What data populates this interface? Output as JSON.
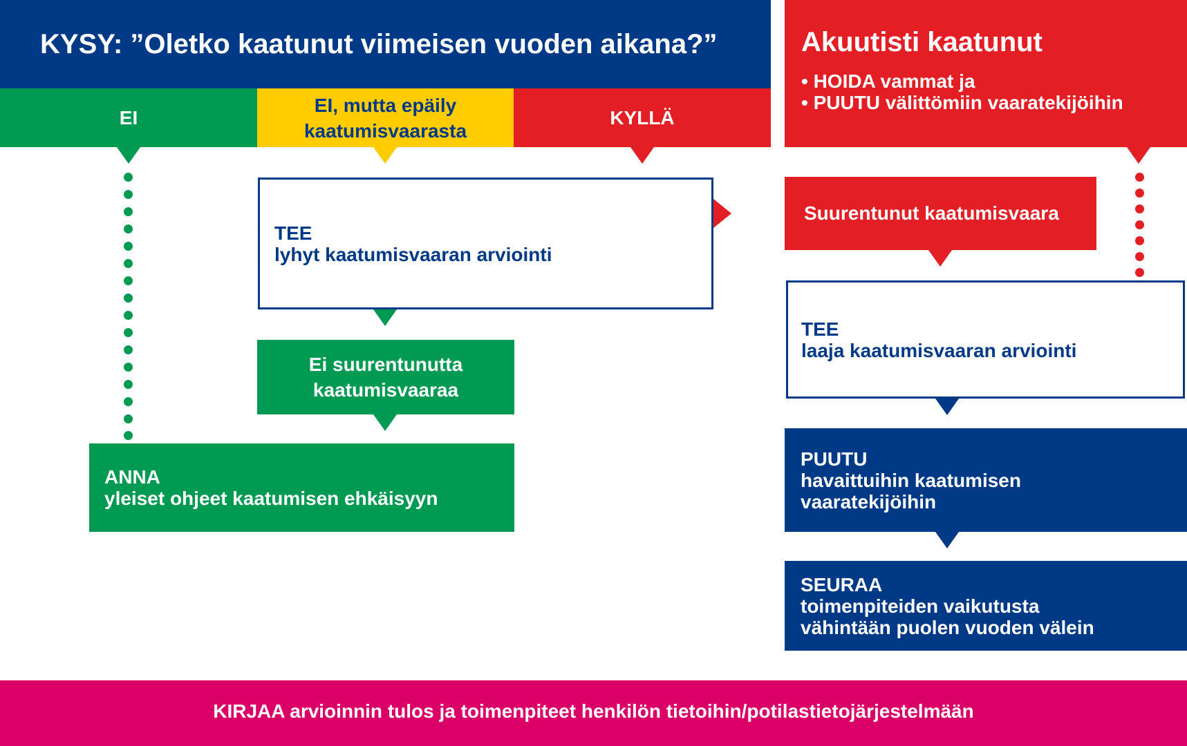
{
  "colors": {
    "navy": "#003a87",
    "green": "#009a52",
    "yellow": "#ffcc00",
    "red": "#e31e24",
    "magenta": "#db0067",
    "white": "#ffffff"
  },
  "header": {
    "question": "KYSY: ”Oletko kaatunut viimeisen vuoden aikana?”"
  },
  "answers": {
    "no": "EI",
    "suspect": [
      "EI, mutta epäily",
      "kaatumisvaarasta"
    ],
    "yes": "KYLLÄ"
  },
  "acute": {
    "title": "Akuutisti kaatunut",
    "bullets": [
      "• HOIDA vammat ja",
      "• PUUTU välittömiin vaaratekijöihin"
    ]
  },
  "short_assessment": {
    "action": "TEE",
    "text": "lyhyt kaatumisvaaran arviointi"
  },
  "no_increased_risk": [
    "Ei suurentunutta",
    "kaatumisvaaraa"
  ],
  "give_advice": {
    "action": "ANNA",
    "text": "yleiset ohjeet kaatumisen ehkäisyyn"
  },
  "increased_risk": "Suurentunut kaatumisvaara",
  "broad_assessment": {
    "action": "TEE",
    "text": "laaja kaatumisvaaran arviointi"
  },
  "intervene": {
    "action": "PUUTU",
    "lines": [
      "havaittuihin kaatumisen",
      "vaaratekijöihin"
    ]
  },
  "follow": {
    "action": "SEURAA",
    "lines": [
      "toimenpiteiden vaikutusta",
      "vähintään puolen vuoden välein"
    ]
  },
  "footer": "KIRJAA arvioinnin tulos ja toimenpiteet henkilön tietoihin/potilastietojärjestelmään"
}
